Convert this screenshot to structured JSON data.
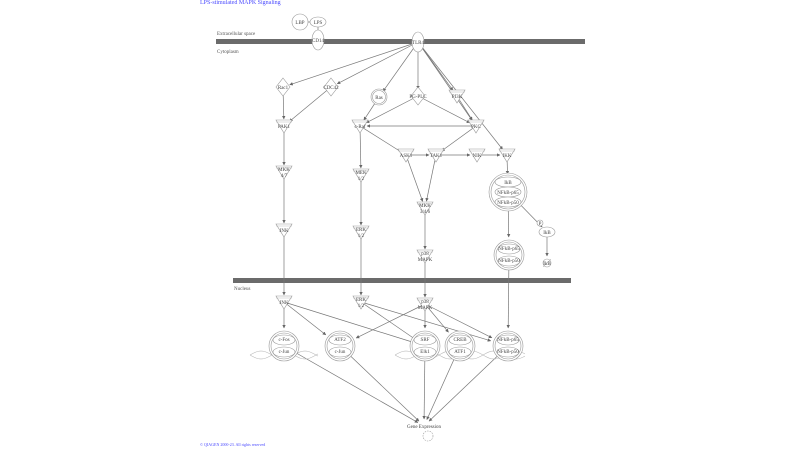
{
  "title": "LPS-stimulated MAPK Signaling",
  "copyright": "© QIAGEN 2000-23. All rights reserved",
  "compartments": {
    "extracellular": "Extracellular space",
    "cytoplasm": "Cytoplasm",
    "nucleus": "Nucleus"
  },
  "nodes": {
    "LBP": [
      "LBP"
    ],
    "LPS": [
      "LPS"
    ],
    "CD14": [
      "CD14"
    ],
    "TLR4": [
      "TLR4"
    ],
    "Rac1": [
      "Rac1"
    ],
    "CDC42": [
      "CDC42"
    ],
    "Ras": [
      "Ras"
    ],
    "PGPLC": [
      "PG-PLC"
    ],
    "PI3K": [
      "PI3K"
    ],
    "PAK1": [
      "PAK1"
    ],
    "cRaf": [
      "c-Raf"
    ],
    "PKC": [
      "PKC"
    ],
    "ASK1": [
      "ASK1"
    ],
    "TAK1": [
      "TAK1"
    ],
    "NIK": [
      "NIK"
    ],
    "IKK": [
      "IKK"
    ],
    "MKK47": [
      "MKK",
      "4/7"
    ],
    "MEK12": [
      "MEK",
      "1/2"
    ],
    "MKK346": [
      "MKK",
      "3/4/6"
    ],
    "JNK": [
      "JNK"
    ],
    "ERK12": [
      "ERK",
      "1/2"
    ],
    "p38": [
      "p38",
      "MAPK"
    ],
    "IkBcomplex": [
      "IkB",
      "NFkB-p65",
      "NFkB-p50"
    ],
    "PIkB": [
      "IkB"
    ],
    "P": [
      "P"
    ],
    "IkBdeg": [
      "IkB"
    ],
    "NFkB": [
      "NFkB-p65",
      "NFkB-p50"
    ],
    "nJNK": [
      "JNK"
    ],
    "nERK12": [
      "ERK",
      "1/2"
    ],
    "np38": [
      "p38",
      "MAPK"
    ],
    "FosJun": [
      "c-Fos",
      "c-Jun"
    ],
    "ATF2Jun": [
      "ATF2",
      "c-Jun"
    ],
    "SRFElk": [
      "SRF",
      "Elk1"
    ],
    "CREBATF": [
      "CREB",
      "ATF1"
    ],
    "nNFkB": [
      "NFkB-p65",
      "NFkB-p50"
    ],
    "Gene": [
      "Gene Expression"
    ]
  }
}
